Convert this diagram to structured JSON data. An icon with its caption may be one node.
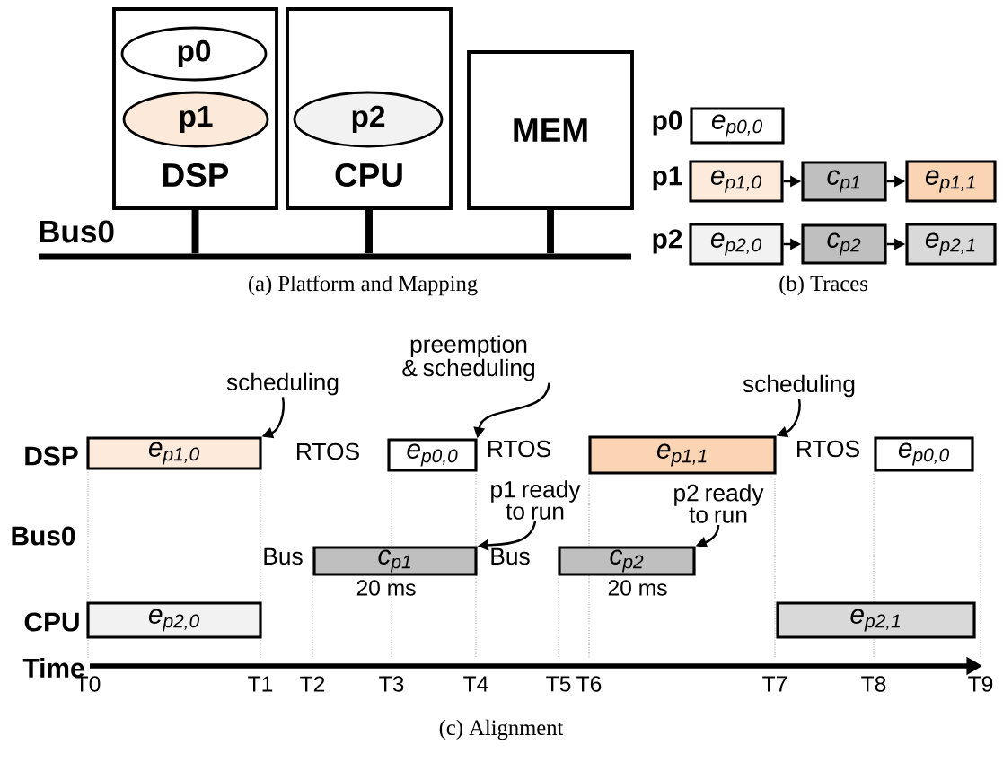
{
  "diagram": {
    "nodes": [
      {
        "text": [
          "DSP"
        ]
      },
      {
        "text": [
          "p0"
        ],
        "in": 0
      },
      {
        "text": [
          "p1"
        ],
        "in": 0
      },
      {
        "text": [
          "CPU"
        ]
      },
      {
        "text": [
          "p2"
        ],
        "in": 3
      },
      {
        "text": [
          "MEM"
        ]
      },
      {
        "text": [
          "Bus0"
        ]
      },
      {
        "text": [
          "e$_{p0,0}$"
        ],
        "beside": [
          "p0"
        ]
      },
      {
        "text": [
          "e$_{p1,0}$"
        ],
        "beside": [
          "p1"
        ]
      },
      {
        "text": [
          "c$_{p1}$"
        ]
      },
      {
        "text": [
          "e$_{p1,1}$"
        ]
      },
      {
        "text": [
          "e$_{p2,0}$"
        ],
        "beside": [
          "p2"
        ]
      },
      {
        "text": [
          "c$_{p2}$"
        ]
      },
      {
        "text": [
          "e$_{p2,1}$"
        ]
      },
      {
        "text": [
          "e$_{p1,0}$"
        ]
      },
      {
        "text": [
          "e$_{p0,0}$"
        ]
      },
      {
        "text": [
          "e$_{p1,1}$"
        ]
      },
      {
        "text": [
          "e$_{p0,0}$"
        ]
      },
      {
        "text": [
          "c$_{p1}$"
        ],
        "beside": [
          "20 ms"
        ]
      },
      {
        "text": [
          "c$_{p2}$"
        ],
        "beside": [
          "20 ms"
        ]
      },
      {
        "text": [
          "e$_{p2,0}$"
        ]
      },
      {
        "text": [
          "e$_{p2,1}$"
        ]
      },
      {
        "text": [
          "scheduling"
        ]
      },
      {
        "text": [
          "preemption & scheduling"
        ]
      },
      {
        "text": [
          "scheduling"
        ]
      },
      {
        "text": [
          "p1 ready to run"
        ]
      },
      {
        "text": [
          "p2 ready to run"
        ]
      }
    ],
    "edges": [
      {
        "from": 0,
        "to": 6,
        "arrow": "none",
        "style": "thick"
      },
      {
        "from": 3,
        "to": 6,
        "arrow": "none",
        "style": "thick"
      },
      {
        "from": 5,
        "to": 6,
        "arrow": "none",
        "style": "thick"
      },
      {
        "from": 8,
        "to": 9,
        "arrow": "to"
      },
      {
        "from": 9,
        "to": 10,
        "arrow": "to"
      },
      {
        "from": 11,
        "to": 12,
        "arrow": "to"
      },
      {
        "from": 12,
        "to": 13,
        "arrow": "to"
      },
      {
        "from": 22,
        "to": 14,
        "arrow": "to"
      },
      {
        "from": 23,
        "to": 15,
        "arrow": "to"
      },
      {
        "from": 24,
        "to": 16,
        "arrow": "to"
      },
      {
        "from": 25,
        "to": 18,
        "arrow": "to"
      },
      {
        "from": 26,
        "to": 19,
        "arrow": "to"
      }
    ],
    "labels": [
      "(a) Platform and Mapping",
      "(b) Traces",
      "DSP",
      "RTOS",
      "RTOS",
      "RTOS",
      "Bus0",
      "Bus",
      "Bus",
      "CPU",
      "Time",
      "T0",
      "T1",
      "T2",
      "T3",
      "T4",
      "T5",
      "T6",
      "T7",
      "T8",
      "T9",
      "(c) Alignment"
    ]
  }
}
